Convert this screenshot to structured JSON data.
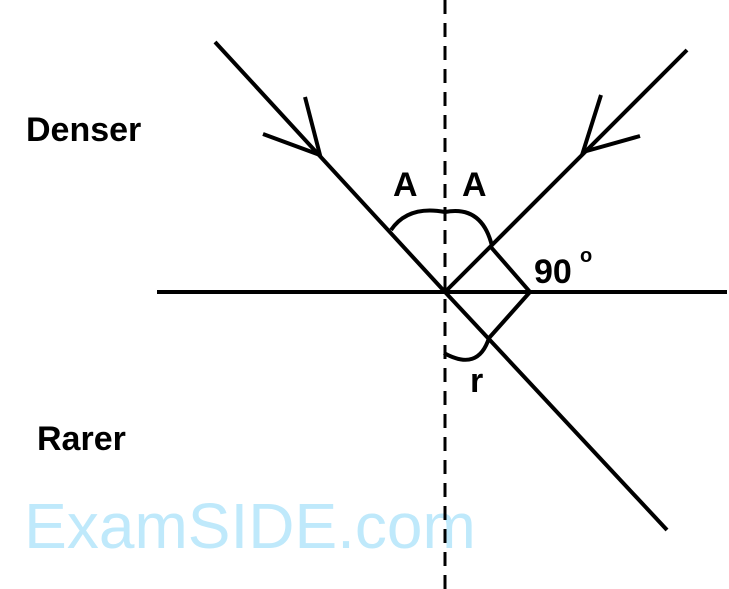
{
  "labels": {
    "denser": "Denser",
    "rarer": "Rarer",
    "angle_incident": "A",
    "angle_reflected": "A",
    "right_angle": "90",
    "right_angle_sup": "o",
    "angle_refracted": "r"
  },
  "watermark": "ExamSIDE.com"
}
